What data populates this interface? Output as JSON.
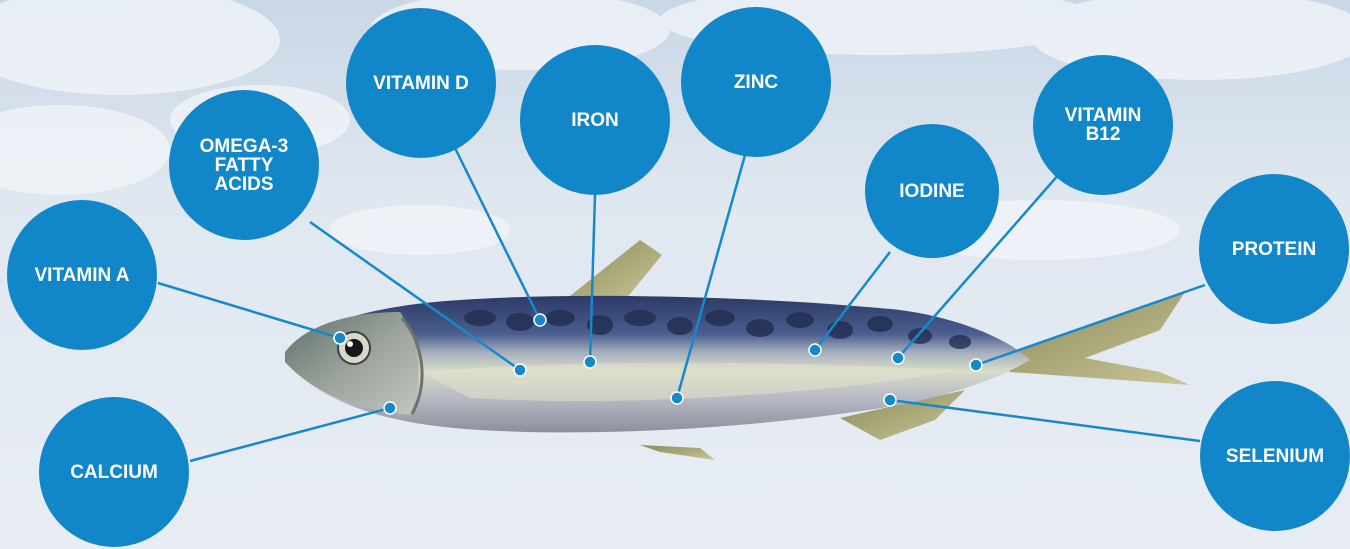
{
  "theme": {
    "bubble_color": "#1186c8",
    "leader_color": "#1589c9",
    "background_color": "#e6ecf3"
  },
  "illustration": {
    "subject_icon": "sardine-fish-icon"
  },
  "nutrients": [
    {
      "id": "vitamin-a",
      "label": "VITAMIN A"
    },
    {
      "id": "omega-3",
      "label": "OMEGA-3\nFATTY\nACIDS"
    },
    {
      "id": "vitamin-d",
      "label": "VITAMIN D"
    },
    {
      "id": "iron",
      "label": "IRON"
    },
    {
      "id": "zinc",
      "label": "ZINC"
    },
    {
      "id": "iodine",
      "label": "IODINE"
    },
    {
      "id": "vitamin-b12",
      "label": "VITAMIN\nB12"
    },
    {
      "id": "protein",
      "label": "PROTEIN"
    },
    {
      "id": "calcium",
      "label": "CALCIUM"
    },
    {
      "id": "selenium",
      "label": "SELENIUM"
    }
  ]
}
